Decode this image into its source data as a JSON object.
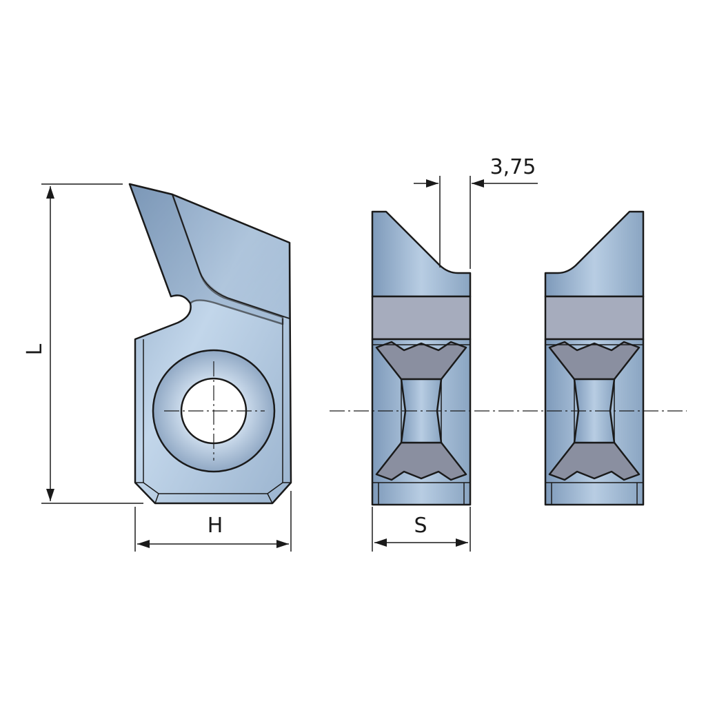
{
  "dimensions": {
    "length_label": "L",
    "width_label": "H",
    "thickness_label": "S",
    "offset_value": "3,75"
  },
  "colors": {
    "steel_light": "#b4cbe2",
    "steel_mid": "#8aa6c4",
    "steel_dark": "#6d8aac",
    "band_gray": "#a6acbd",
    "facet_dark": "#8a8fa0",
    "line": "#1a1a1a"
  }
}
